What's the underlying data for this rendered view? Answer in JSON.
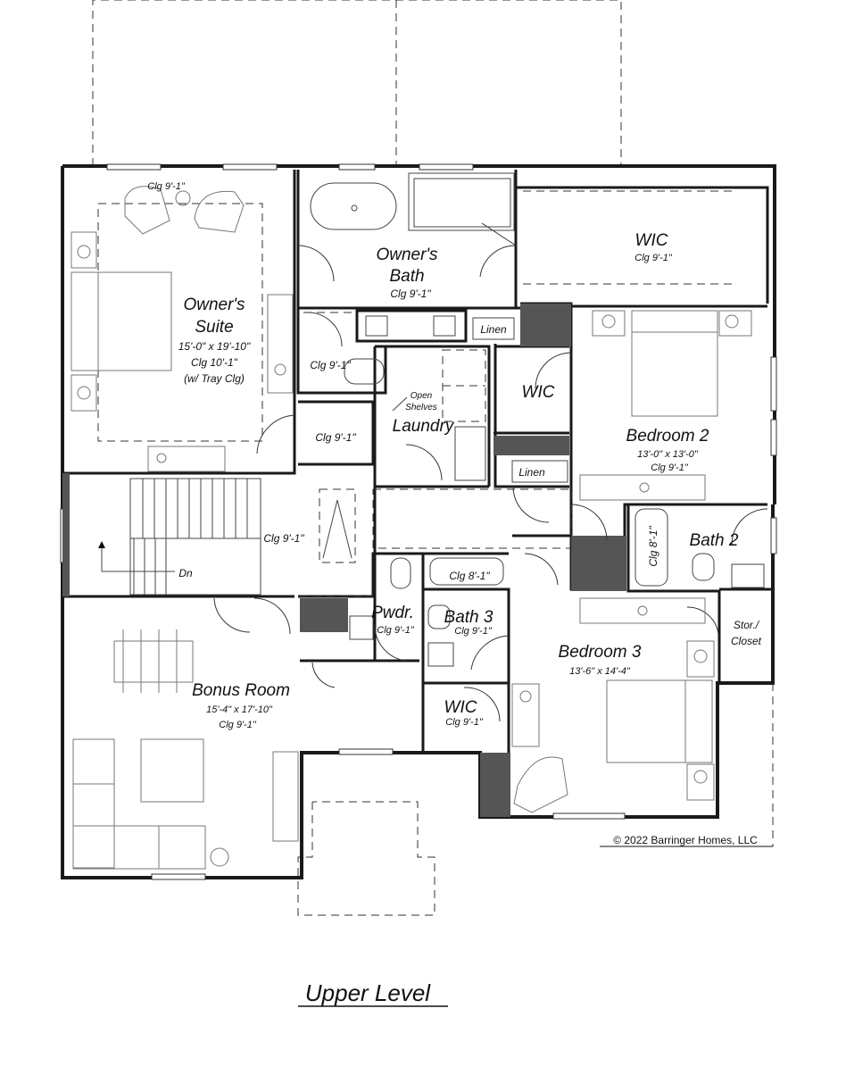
{
  "plan": {
    "title": "Upper Level",
    "copyright": "© 2022 Barringer Homes, LLC",
    "rooms": {
      "owners_suite": {
        "name_line1": "Owner's",
        "name_line2": "Suite",
        "dims": "15'-0\" x 19'-10\"",
        "ceiling": "Clg 10'-1\"",
        "note": "(w/ Tray Clg)",
        "ceiling_top": "Clg 9'-1\""
      },
      "owners_bath": {
        "name_line1": "Owner's",
        "name_line2": "Bath",
        "ceiling": "Clg 9'-1\""
      },
      "wic_main": {
        "name": "WIC",
        "ceiling": "Clg 9'-1\""
      },
      "linen_1": {
        "name": "Linen"
      },
      "wc": {
        "ceiling": "Clg 9'-1\""
      },
      "wic_2": {
        "name": "WIC"
      },
      "open_shelves": {
        "line1": "Open",
        "line2": "Shelves"
      },
      "laundry": {
        "name": "Laundry"
      },
      "hall_closet": {
        "ceiling": "Clg 9'-1\""
      },
      "bedroom_2": {
        "name": "Bedroom 2",
        "dims": "13'-0\" x 13'-0\"",
        "ceiling": "Clg 9'-1\""
      },
      "linen_2": {
        "name": "Linen"
      },
      "stair": {
        "ceiling": "Clg 9'-1\"",
        "dn": "Dn"
      },
      "bath_2": {
        "name": "Bath 2",
        "ceiling": "Clg 8'-1\""
      },
      "bath_3": {
        "name": "Bath 3",
        "ceiling": "Clg 9'-1\"",
        "tub_ceiling": "Clg 8'-1\""
      },
      "powder": {
        "name": "Pwdr.",
        "ceiling": "Clg 9'-1\""
      },
      "bonus_room": {
        "name": "Bonus Room",
        "dims": "15'-4\" x 17'-10\"",
        "ceiling": "Clg 9'-1\""
      },
      "bedroom_3": {
        "name": "Bedroom 3",
        "dims": "13'-6\" x 14'-4\""
      },
      "wic_3": {
        "name": "WIC",
        "ceiling": "Clg 9'-1\""
      },
      "stor_closet": {
        "line1": "Stor./",
        "line2": "Closet"
      }
    }
  }
}
